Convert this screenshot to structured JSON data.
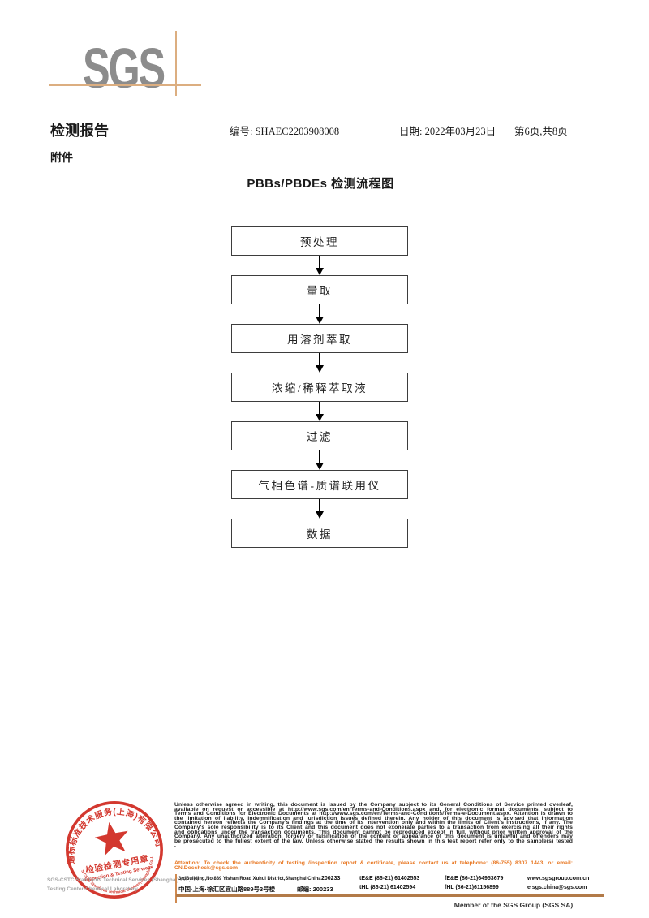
{
  "colors": {
    "logo_gray": "#8c8c8c",
    "crosshair_tan": "#dcae80",
    "footer_rule_brown": "#b27a48",
    "stamp_red": "#d0281e",
    "attention_orange": "#e87722"
  },
  "logo": {
    "text": "SGS"
  },
  "header": {
    "report_title": "检测报告",
    "no_label": "编号:",
    "no_value": "SHAEC2203908008",
    "date_label": "日期:",
    "date_value": "2022年03月23日",
    "page_info": "第6页,共8页",
    "attachment": "附件"
  },
  "flowchart": {
    "title": "PBBs/PBDEs 检测流程图",
    "steps": [
      "预处理",
      "量取",
      "用溶剂萃取",
      "浓缩/稀释萃取液",
      "过滤",
      "气相色谱-质谱联用仪",
      "数据"
    ]
  },
  "stamp": {
    "arc_top": "通标标准技术服务(上海)有限公司",
    "arc_bottom": "SGS-CSTC Standards Technical Services(Shanghai) Co.,Ltd.",
    "line1": "检验检测专用章",
    "line2": "Inspection & Testing Services",
    "overlay_line1": "SGS-CSTC Standards Technical Services (Shanghai) Co.,Ltd.",
    "overlay_line2": "Testing Center-Chemical Laboratory"
  },
  "footer": {
    "disclaimer": "Unless otherwise agreed in writing, this document is issued by the Company subject to its General Conditions of Service printed overleaf, available on request or accessible at http://www.sgs.com/en/Terms-and-Conditions.aspx and, for electronic format documents, subject to Terms and Conditions for Electronic Documents at http://www.sgs.com/en/Terms-and-Conditions/Terms-e-Document.aspx. Attention is drawn to the limitation of liability, indemnification and jurisdiction issues defined therein. Any holder of this document is advised that information contained hereon reflects the Company's findings at the time of its intervention only and within the limits of Client's instructions, if any. The Company's sole responsibility is to its Client and this document does not exonerate parties to a transaction from exercising all their rights and obligations under the transaction documents. This document cannot be reproduced except in full, without prior written approval of the Company. Any unauthorized alteration, forgery or falsification of the content or appearance of this document is unlawful and offenders may be prosecuted to the fullest extent of the law. Unless otherwise stated the results shown in this test report refer only to the sample(s) tested .",
    "attention": "Attention: To check the authenticity of testing /inspection report & certificate, please contact us at telephone: (86-755) 8307 1443, or email: CN.Doccheck@sgs.com",
    "address_en": "3rdBuilding,No.889 Yishan Road Xuhui District,Shanghai China",
    "post_en": "200233",
    "address_cn": "中国·上海·徐汇区宜山路889号3号楼",
    "post_cn_label": "邮编:",
    "post_cn": "200233",
    "tel1": "tE&E (86-21) 61402553",
    "fax1": "fE&E (86-21)64953679",
    "web": "www.sgsgroup.com.cn",
    "tel2": "tHL (86-21) 61402594",
    "fax2": "fHL (86-21)61156899",
    "email": "e  sgs.china@sgs.com",
    "member": "Member of the SGS Group (SGS SA)"
  }
}
